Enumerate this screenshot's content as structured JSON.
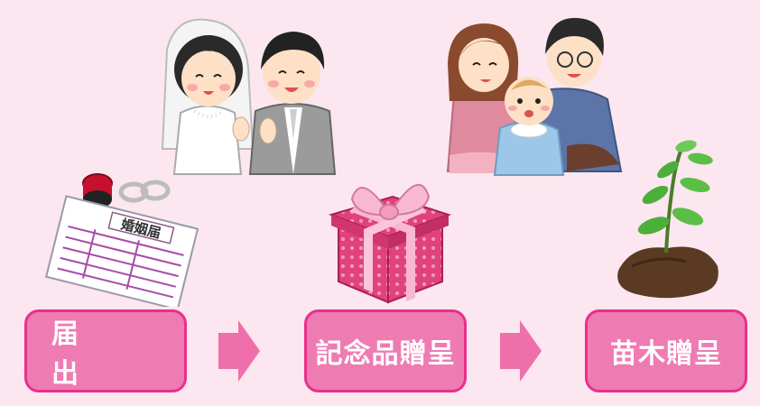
{
  "steps": [
    {
      "label": "届　出"
    },
    {
      "label": "記念品贈呈"
    },
    {
      "label": "苗木贈呈"
    }
  ],
  "document_title": "婚姻届",
  "colors": {
    "background": "#fce6ef",
    "step_fill": "#ef7bb3",
    "step_border": "#e8308a",
    "arrow": "#ee6fa9"
  }
}
